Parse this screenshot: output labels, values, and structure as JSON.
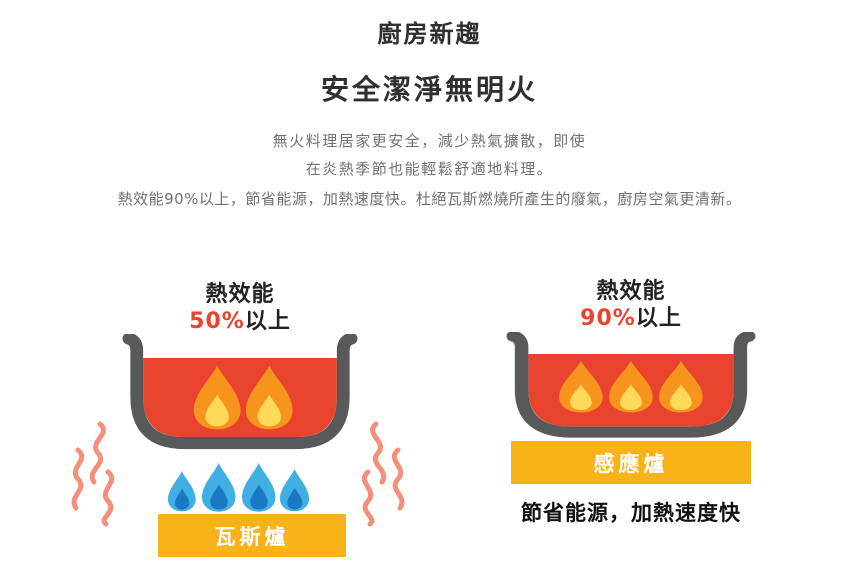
{
  "header": {
    "title": "廚房新趨",
    "subtitle": "安全潔淨無明火",
    "intro_lines": [
      "無火料理居家更安全，減少熱氣擴散，即使",
      "在炎熱季節也能輕鬆舒適地料理。"
    ],
    "detail_line": "熱效能90%以上，節省能源，加熱速度快。杜絕瓦斯燃燒所產生的廢氣，廚房空氣更清新。"
  },
  "gas_figure": {
    "efficiency_label": "熱效能",
    "efficiency_percent": "50%",
    "efficiency_suffix": "以上",
    "stove_label": "瓦斯爐"
  },
  "induction_figure": {
    "efficiency_label": "熱效能",
    "efficiency_percent": "90%",
    "efficiency_suffix": "以上",
    "stove_label": "感應爐",
    "caption": "節省能源，加熱速度快"
  },
  "colors": {
    "accent_red": "#E8432D",
    "liquid_red": "#E8432D",
    "pot_gray": "#58595B",
    "stove_bar_yellow": "#F9B218",
    "flame_orange": "#F7941E",
    "flame_yellow": "#FFD957",
    "gas_blue_light": "#3FAFE4",
    "gas_blue_dark": "#1B78C3",
    "steam_pink": "#F2907B",
    "text_gray": "#707070"
  }
}
